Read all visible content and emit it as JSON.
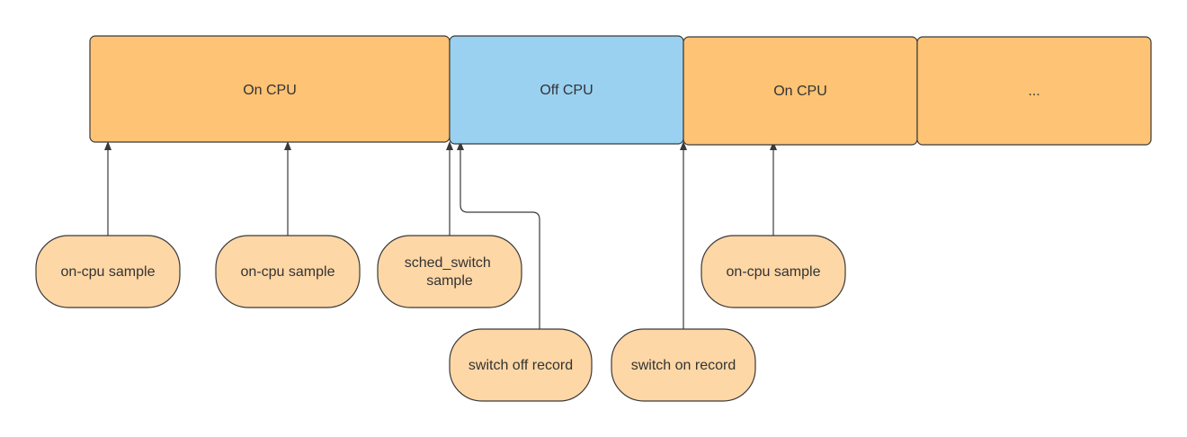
{
  "colors": {
    "on_cpu": "#fec374",
    "off_cpu": "#9ad1f1",
    "sample": "#fed7a6",
    "stroke": "#3a3a3a",
    "text": "#333333"
  },
  "timeline": [
    {
      "label": "On CPU",
      "kind": "on_cpu"
    },
    {
      "label": "Off CPU",
      "kind": "off_cpu"
    },
    {
      "label": "On CPU",
      "kind": "on_cpu"
    },
    {
      "label": "...",
      "kind": "on_cpu"
    }
  ],
  "samples": [
    {
      "lines": [
        "on-cpu sample"
      ]
    },
    {
      "lines": [
        "on-cpu sample"
      ]
    },
    {
      "lines": [
        "sched_switch",
        "sample"
      ]
    },
    {
      "lines": [
        "switch off record"
      ]
    },
    {
      "lines": [
        "switch on record"
      ]
    },
    {
      "lines": [
        "on-cpu sample"
      ]
    }
  ]
}
